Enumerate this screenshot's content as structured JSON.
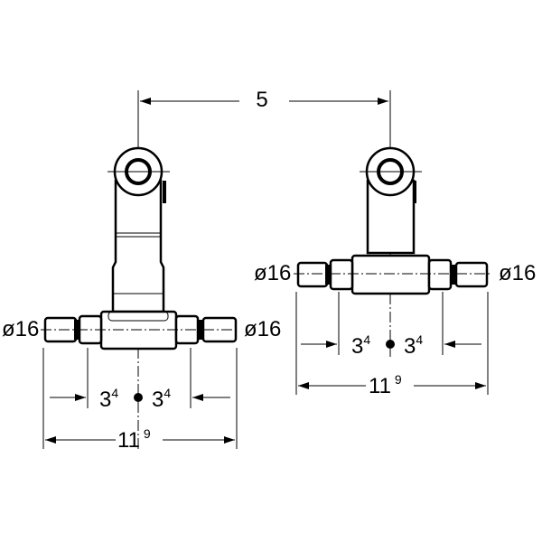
{
  "spacing_dimension": "5",
  "left_fitting": {
    "left_diameter": "ø16",
    "right_diameter": "ø16",
    "half_offset_left": {
      "main": "3",
      "sup": "4"
    },
    "half_offset_right": {
      "main": "3",
      "sup": "4"
    },
    "overall_length": {
      "main": "11",
      "sup": "9"
    }
  },
  "right_fitting": {
    "left_diameter": "ø16",
    "right_diameter": "ø16",
    "half_offset_left": {
      "main": "3",
      "sup": "4"
    },
    "half_offset_right": {
      "main": "3",
      "sup": "4"
    },
    "overall_length": {
      "main": "11",
      "sup": "9"
    }
  }
}
